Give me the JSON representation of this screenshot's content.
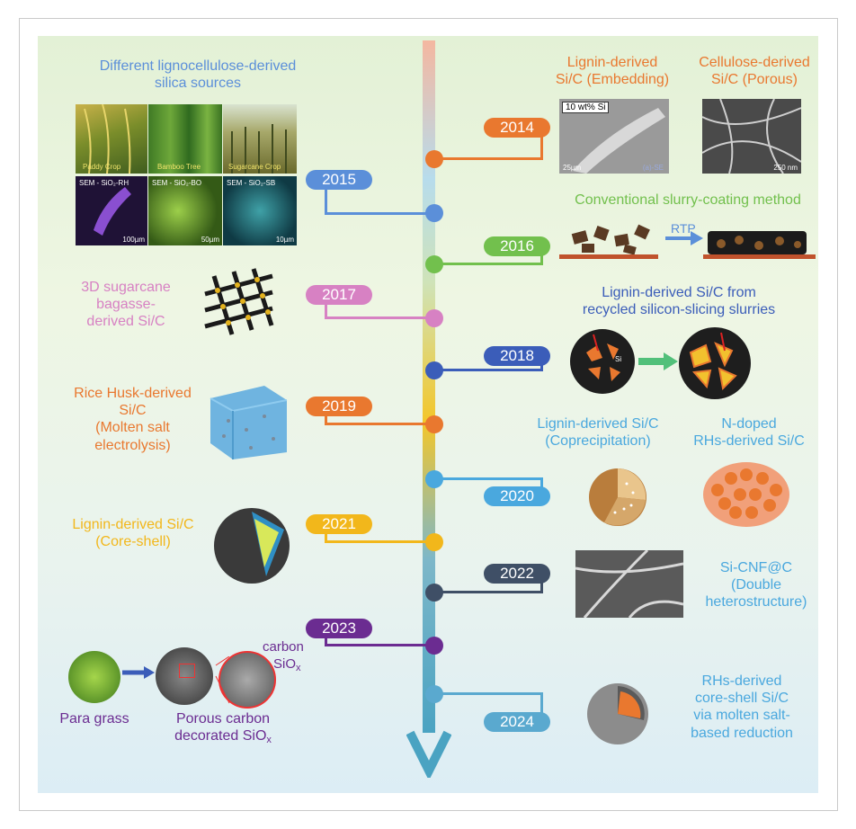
{
  "timeline": [
    {
      "year": "2014",
      "color": "#e9782f",
      "label_lines": [
        "Lignin-derived",
        "Si/C (Embedding)"
      ],
      "label2_lines": [
        "Cellulose-derived",
        "Si/C (Porous)"
      ]
    },
    {
      "year": "2015",
      "color": "#5b8fd9",
      "label_lines": [
        "Different lignocellulose-derived",
        "silica sources"
      ]
    },
    {
      "year": "2016",
      "color": "#72c04d",
      "label_lines": [
        "Conventional slurry-coating method"
      ]
    },
    {
      "year": "2017",
      "color": "#d781c3",
      "label_lines": [
        "3D sugarcane",
        "bagasse-",
        "derived Si/C"
      ]
    },
    {
      "year": "2018",
      "color": "#3b5db9",
      "label_lines": [
        "Lignin-derived Si/C from",
        "recycled silicon-slicing slurries"
      ]
    },
    {
      "year": "2019",
      "color": "#e9782f",
      "label_lines": [
        "Rice Husk-derived",
        "Si/C",
        "(Molten salt",
        "electrolysis)"
      ]
    },
    {
      "year": "2020",
      "color": "#4aa8de",
      "label_lines": [
        "Lignin-derived Si/C",
        "(Coprecipitation)"
      ],
      "label2_lines": [
        "N-doped",
        "RHs-derived Si/C"
      ]
    },
    {
      "year": "2021",
      "color": "#f2b71b",
      "label_lines": [
        "Lignin-derived Si/C",
        "(Core-shell)"
      ]
    },
    {
      "year": "2022",
      "color": "#3f4f66",
      "label_lines": [
        "Si-CNF@C",
        "(Double",
        "heterostructure)"
      ]
    },
    {
      "year": "2023",
      "color": "#6b2c91",
      "label_lines": [
        "Para grass"
      ],
      "label2_lines": [
        "Porous carbon",
        "decorated SiO"
      ]
    },
    {
      "year": "2024",
      "color": "#5aa9cf",
      "label_lines": [
        "RHs-derived",
        "core-shell Si/C",
        "via molten salt-",
        "based reduction"
      ]
    }
  ],
  "image_labels": {
    "paddy": "Paddy Crop",
    "bamboo": "Bamboo Tree",
    "sugarcane": "Sugarcane Crop",
    "sem_rh": "SEM - SiO₂-RH",
    "sem_bo": "SEM - SiO₂-BO",
    "sem_sb": "SEM - SiO₂-SB",
    "scale_100": "100µm",
    "scale_50": "50µm",
    "scale_10": "10µm",
    "lignin_wt": "10 wt% Si",
    "scale_25": "25µm",
    "a_se": "(a)-SE",
    "scale_250": "250 nm",
    "rtp": "RTP",
    "si": "Si",
    "carbon": "carbon",
    "siox": "SiO",
    "x_sub": "x"
  },
  "colors": {
    "axis_top": "#f4b7a0",
    "axis_bottom": "#4aa3c2",
    "frame": "#c9c9c9"
  }
}
